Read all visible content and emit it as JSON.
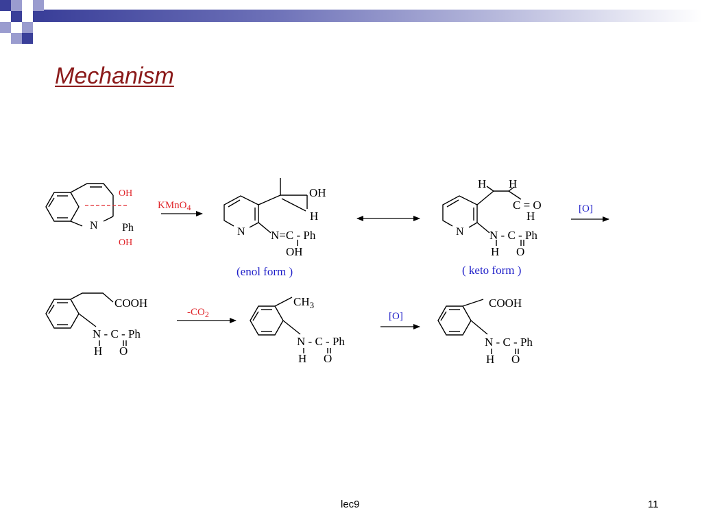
{
  "slide": {
    "title": "Mechanism",
    "footer_text": "lec9",
    "page_number": "11"
  },
  "colors": {
    "title": "#8b1a1a",
    "annotation_red": "#e0262b",
    "label_blue": "#1c1cc8",
    "structure": "#000000",
    "decor_navy": "#3a3f99",
    "decor_lavender": "#9a9ccf"
  },
  "scheme": {
    "step1": {
      "oh_top": "OH",
      "oh_bottom": "OH",
      "ph": "Ph",
      "n": "N",
      "reagent": "KMnO",
      "reagent_sub": "4"
    },
    "enol": {
      "oh": "OH",
      "h": "H",
      "n": "N",
      "chain": "N=C - Ph",
      "chain_oh": "OH",
      "label": "(enol form )"
    },
    "keto": {
      "h1": "H",
      "h2": "H",
      "co": "C = O",
      "h_ald": "H",
      "n": "N",
      "chain": "N - C - Ph",
      "chain_h": "H",
      "chain_o": "O",
      "label": "( keto form )",
      "reagent": "[O]"
    },
    "acid": {
      "group": "COOH",
      "chain": "N - C - Ph",
      "chain_h": "H",
      "chain_o": "O"
    },
    "decarb": {
      "reagent": "-CO",
      "reagent_sub": "2"
    },
    "methyl": {
      "group": "CH",
      "group_sub": "3",
      "chain": "N - C - Ph",
      "chain_h": "H",
      "chain_o": "O",
      "reagent": "[O]"
    },
    "final": {
      "group": "COOH",
      "chain": "N - C - Ph",
      "chain_h": "H",
      "chain_o": "O"
    }
  }
}
